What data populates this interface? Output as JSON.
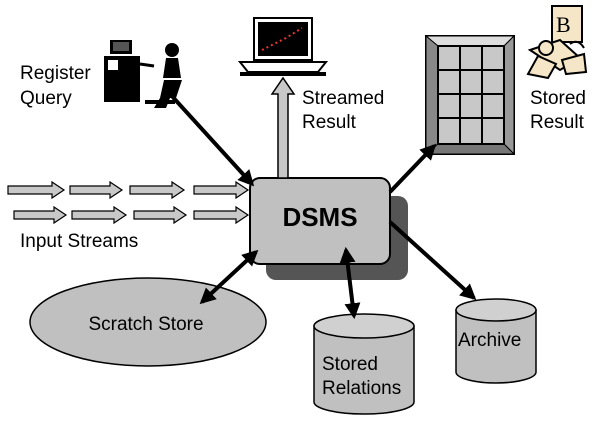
{
  "diagram": {
    "center": "DSMS",
    "register_query": [
      "Register",
      "Query"
    ],
    "streamed_result": [
      "Streamed",
      "Result"
    ],
    "stored_result": [
      "Stored",
      "Result"
    ],
    "input_streams": "Input Streams",
    "scratch_store": "Scratch Store",
    "stored_relations": [
      "Stored",
      "Relations"
    ],
    "archive": "Archive"
  }
}
